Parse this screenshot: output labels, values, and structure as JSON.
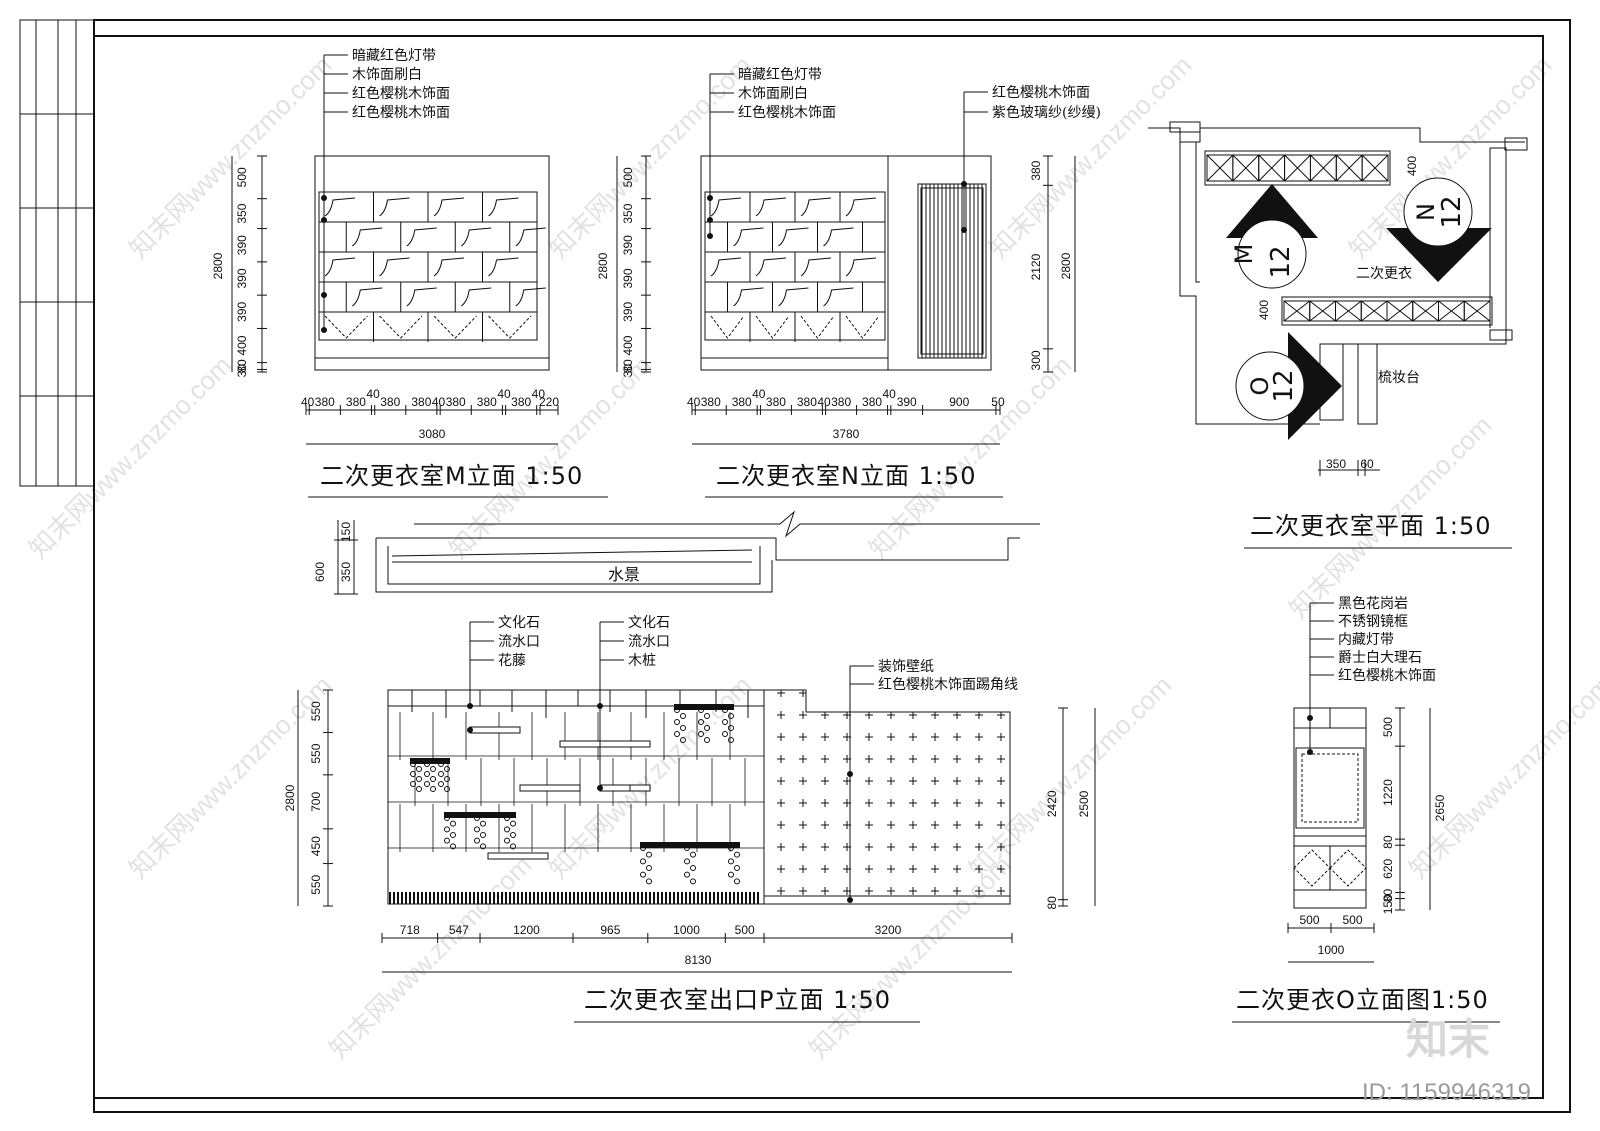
{
  "watermark": {
    "text": "知末网www.znzmo.com",
    "logo": "知末",
    "id": "ID: 1159946319"
  },
  "elev_m": {
    "title": "二次更衣室M立面 1:50",
    "labels": [
      "暗藏红色灯带",
      "木饰面刷白",
      "红色樱桃木饰面",
      "红色樱桃木饰面"
    ],
    "height_total": "2800",
    "height_dims": [
      "500",
      "350",
      "390",
      "390",
      "390",
      "400",
      "80",
      "30"
    ],
    "width_dims": [
      "40",
      "380",
      "380",
      "40",
      "380",
      "380",
      "40",
      "380",
      "380",
      "40",
      "380",
      "40",
      "220"
    ],
    "width_total": "3080"
  },
  "elev_n": {
    "title": "二次更衣室N立面 1:50",
    "labels": [
      "暗藏红色灯带",
      "木饰面刷白",
      "红色樱桃木饰面"
    ],
    "labels_right": [
      "红色樱桃木饰面",
      "紫色玻璃纱(纱缦)"
    ],
    "height_total": "2800",
    "height_dims": [
      "500",
      "350",
      "390",
      "390",
      "390",
      "400",
      "80",
      "30"
    ],
    "right_dims": [
      "380",
      "2120",
      "300"
    ],
    "right_total": "2800",
    "width_dims": [
      "40",
      "380",
      "380",
      "40",
      "380",
      "380",
      "40",
      "380",
      "380",
      "40",
      "390",
      "900",
      "50"
    ],
    "width_total": "3780"
  },
  "plan": {
    "title": "二次更衣室平面 1:50",
    "room_label": "二次更衣",
    "dresser_label": "梳妆台",
    "dims": [
      "400",
      "400",
      "350",
      "60"
    ],
    "markers": [
      {
        "letter": "M",
        "num": "12"
      },
      {
        "letter": "N",
        "num": "12"
      },
      {
        "letter": "O",
        "num": "12"
      }
    ]
  },
  "section": {
    "label": "水景",
    "dims": [
      "150",
      "350",
      "600"
    ]
  },
  "elev_p": {
    "title": "二次更衣室出口P立面 1:50",
    "labels_a": [
      "文化石",
      "流水口",
      "花藤"
    ],
    "labels_b": [
      "文化石",
      "流水口",
      "木桩"
    ],
    "labels_c": [
      "装饰壁纸",
      "红色樱桃木饰面踢角线"
    ],
    "height_total": "2800",
    "height_dims": [
      "550",
      "550",
      "700",
      "450",
      "550"
    ],
    "right_dims": [
      "2420",
      "80"
    ],
    "right_total": "2500",
    "width_dims": [
      "718",
      "547",
      "1200",
      "965",
      "1000",
      "500",
      "3200"
    ],
    "width_total": "8130"
  },
  "elev_o": {
    "title": "二次更衣O立面图1:50",
    "labels": [
      "黑色花岗岩",
      "不锈钢镜框",
      "内藏灯带",
      "爵士白大理石",
      "红色樱桃木饰面"
    ],
    "height_dims": [
      "500",
      "1220",
      "80",
      "620",
      "80",
      "150"
    ],
    "height_total": "2650",
    "width_dims": [
      "500",
      "500"
    ],
    "width_total": "1000"
  }
}
